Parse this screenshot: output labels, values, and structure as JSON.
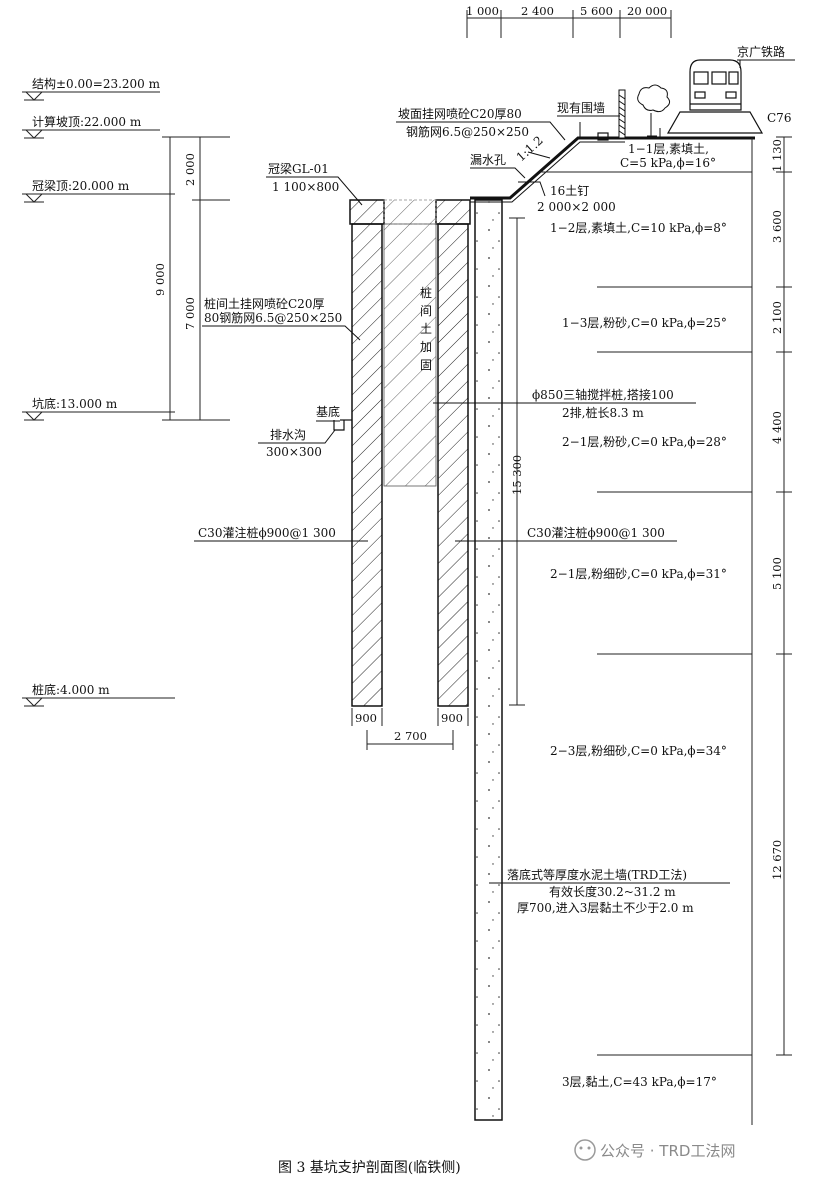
{
  "elevations": {
    "structure_zero": "结构±0.00=23.200 m",
    "calc_slope_top": "计算坡顶:22.000 m",
    "cap_beam_top": "冠梁顶:20.000 m",
    "pit_bottom": "坑底:13.000 m",
    "pile_bottom": "桩底:4.000 m"
  },
  "top_dims": [
    "1 000",
    "2 400",
    "5 600",
    "20 000"
  ],
  "left_dims": {
    "total": "9 000",
    "upper": "2 000",
    "lower": "7 000"
  },
  "right_dims": [
    "1 130",
    "3 600",
    "2 100",
    "4 400",
    "5 100",
    "12 670"
  ],
  "twm_dim": "15 300",
  "bottom_dims": {
    "pile_a": "900",
    "pile_b": "900",
    "spacing": "2 700"
  },
  "railway": {
    "name": "京广铁路",
    "code": "C76"
  },
  "annotations": {
    "slope_surface_1": "坡面挂网喷砼C20厚80",
    "slope_surface_2": "钢筋网6.5@250×250",
    "existing_wall": "现有围墙",
    "slope_ratio": "1:1.2",
    "weep_hole": "漏水孔",
    "soil_nail_1": "16土钉",
    "soil_nail_2": "2 000×2 000",
    "cap_beam_1": "冠梁GL-01",
    "cap_beam_2": "1 100×800",
    "between_piles_1": "桩间土挂网喷砼C20厚",
    "between_piles_2": "80钢筋网6.5@250×250",
    "between_soil_reinforce": [
      "桩",
      "间",
      "土",
      "加",
      "固"
    ],
    "mixing_pile_1": "ϕ850三轴搅拌桩,搭接100",
    "mixing_pile_2": "2排,桩长8.3 m",
    "base": "基底",
    "ditch_1": "排水沟",
    "ditch_2": "300×300",
    "bored_pile_left": "C30灌注桩ϕ900@1 300",
    "bored_pile_right": "C30灌注桩ϕ900@1 300",
    "trd_1": "落底式等厚度水泥土墙(TRD工法)",
    "trd_2": "有效长度30.2~31.2 m",
    "trd_3": "厚700,进入3层黏土不少于2.0 m"
  },
  "soil_layers": [
    {
      "name_1": "1−1层,素填土,",
      "name_2": "C=5 kPa,ϕ=16°"
    },
    {
      "name_1": "1−2层,素填土,C=10 kPa,ϕ=8°"
    },
    {
      "name_1": "1−3层,粉砂,C=0 kPa,ϕ=25°"
    },
    {
      "name_1": "2−1层,粉砂,C=0 kPa,ϕ=28°"
    },
    {
      "name_1": "2−1层,粉细砂,C=0 kPa,ϕ=31°"
    },
    {
      "name_1": "2−3层,粉细砂,C=0 kPa,ϕ=34°"
    },
    {
      "name_1": "3层,黏土,C=43 kPa,ϕ=17°"
    }
  ],
  "caption": "图 3    基坑支护剖面图(临铁侧)",
  "watermark": "公众号 · TRD工法网"
}
